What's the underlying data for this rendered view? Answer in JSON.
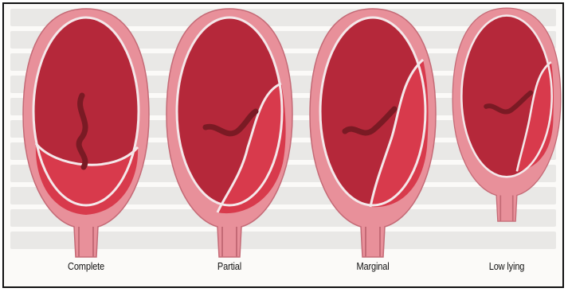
{
  "figure": {
    "panels": [
      {
        "id": "complete",
        "label": "Complete"
      },
      {
        "id": "partial",
        "label": "Partial"
      },
      {
        "id": "marginal",
        "label": "Marginal"
      },
      {
        "id": "low-lying",
        "label": "Low lying"
      }
    ]
  },
  "colors": {
    "uterine_wall": "#e8909a",
    "cavity": "#b5283a",
    "placenta": "#d83a4c",
    "membrane": "#f4e8ea",
    "cord": "#7a1a24"
  }
}
